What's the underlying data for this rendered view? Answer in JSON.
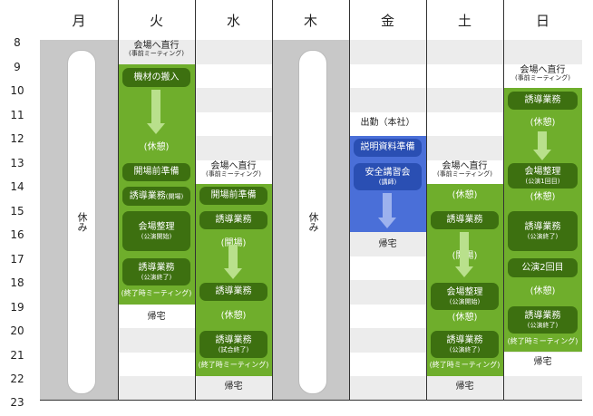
{
  "days": [
    "月",
    "火",
    "水",
    "木",
    "金",
    "土",
    "日"
  ],
  "hours": [
    "8",
    "9",
    "10",
    "11",
    "12",
    "13",
    "14",
    "15",
    "16",
    "17",
    "18",
    "19",
    "20",
    "21",
    "22",
    "23"
  ],
  "colors": {
    "green": "#6fae2c",
    "dark_green": "#3d7010",
    "blue": "#4a6fd8",
    "dark_blue": "#2a4fb3",
    "gray": "#c8c8c8",
    "light_gray": "#ececec",
    "arrow": "#b9e08c"
  },
  "mon": {
    "off": "休み"
  },
  "tue": {
    "direct": "会場へ直行",
    "direct_sub": "(事前ミーティング)",
    "equip": "機材の搬入",
    "break": "(休憩)",
    "prep": "開場前準備",
    "guide1": "誘導業務",
    "guide1_sub": "(開場)",
    "venue": "会場整理",
    "venue_sub": "(公演開始)",
    "guide2": "誘導業務",
    "guide2_sub": "(公演終了)",
    "end_mtg": "(終了時ミーティング)",
    "home": "帰宅"
  },
  "wed": {
    "direct": "会場へ直行",
    "direct_sub": "(事前ミーティング)",
    "prep": "開場前準備",
    "guide1": "誘導業務",
    "open": "(開場)",
    "guide2": "誘導業務",
    "break": "(休憩)",
    "guide3": "誘導業務",
    "guide3_sub": "(試合終了)",
    "end_mtg": "(終了時ミーティング)",
    "home": "帰宅"
  },
  "thu": {
    "off": "休み"
  },
  "fri": {
    "office": "出勤（本社）",
    "doc": "説明資料準備",
    "lecture": "安全講習会",
    "lecture_sub": "(講師)",
    "home": "帰宅"
  },
  "sat": {
    "direct": "会場へ直行",
    "direct_sub": "(事前ミーティング)",
    "break1": "(休憩)",
    "guide1": "誘導業務",
    "open": "(開場)",
    "venue": "会場整理",
    "venue_sub": "(公演開始)",
    "break2": "(休憩)",
    "guide2": "誘導業務",
    "guide2_sub": "(公演終了)",
    "end_mtg": "(終了時ミーティング)",
    "home": "帰宅"
  },
  "sun": {
    "direct": "会場へ直行",
    "direct_sub": "(事前ミーティング)",
    "guide1": "誘導業務",
    "break1": "(休憩)",
    "venue": "会場整理",
    "venue_sub": "(公演1回目)",
    "break2": "(休憩)",
    "guide2": "誘導業務",
    "guide2_sub": "(公演終了)",
    "show2": "公演2回目",
    "break3": "(休憩)",
    "guide3": "誘導業務",
    "guide3_sub": "(公演終了)",
    "end_mtg": "(終了時ミーティング)",
    "home": "帰宅"
  }
}
